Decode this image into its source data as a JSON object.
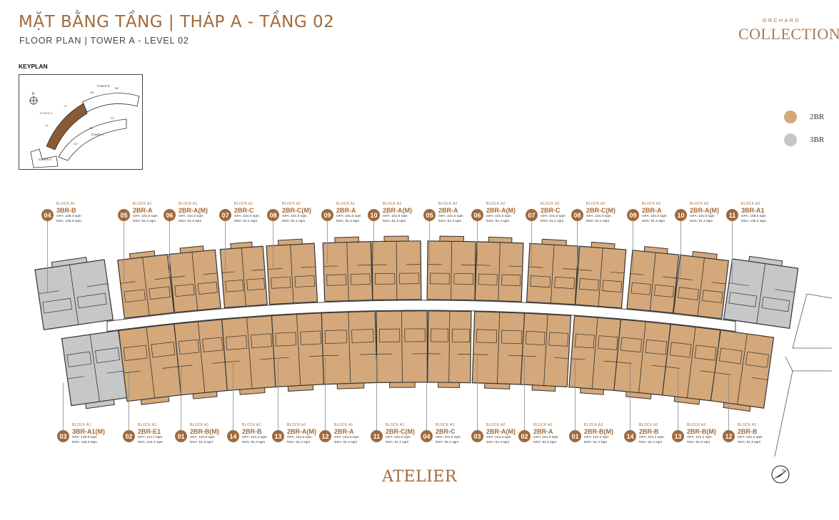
{
  "header": {
    "title": "MẶT BẰNG TẦNG | THÁP A - TẦNG 02",
    "subtitle": "FLOOR PLAN | TOWER A - LEVEL 02"
  },
  "brand": {
    "top": "ORCHARD",
    "name": "COLLECTION"
  },
  "keyplan": {
    "label": "KEYPLAN",
    "north": "N",
    "labels": {
      "tower_a": "TOWER A",
      "tower_b": "TOWER B",
      "tower_c": "TOWER C",
      "tower_d": "TOWER D",
      "a1": "A1",
      "a2": "A2",
      "b1": "B1",
      "b2": "B2",
      "c1": "C1",
      "c2": "C2",
      "c3": "C3"
    }
  },
  "legend": [
    {
      "label": "2BR",
      "color": "#d4a87a"
    },
    {
      "label": "3BR",
      "color": "#c6c7c9"
    }
  ],
  "colors": {
    "accent": "#a0693a",
    "unit_2br": "#d4a87a",
    "unit_3br": "#c6c7c9"
  },
  "top_units": [
    {
      "num": "04",
      "block": "BLOCK A1",
      "type": "3BR-B",
      "gfa": "GFA: 138.3 sqm",
      "nsa": "NSA: 126.0 sqm"
    },
    {
      "num": "05",
      "block": "BLOCK A1",
      "type": "2BR-A",
      "gfa": "GFA: 101.0 sqm",
      "nsa": "NSA: 91.4 sqm"
    },
    {
      "num": "06",
      "block": "BLOCK A1",
      "type": "2BR-A(M)",
      "gfa": "GFA: 101.0 sqm",
      "nsa": "NSA: 91.4 sqm"
    },
    {
      "num": "07",
      "block": "BLOCK A1",
      "type": "2BR-C",
      "gfa": "GFA: 101.0 sqm",
      "nsa": "NSA: 91.1 sqm"
    },
    {
      "num": "08",
      "block": "BLOCK A1",
      "type": "2BR-C(M)",
      "gfa": "GFA: 101.0 sqm",
      "nsa": "NSA: 91.1 sqm"
    },
    {
      "num": "09",
      "block": "BLOCK A1",
      "type": "2BR-A",
      "gfa": "GFA: 101.0 sqm",
      "nsa": "NSA: 91.4 sqm"
    },
    {
      "num": "10",
      "block": "BLOCK A1",
      "type": "2BR-A(M)",
      "gfa": "GFA: 101.0 sqm",
      "nsa": "NSA: 91.4 sqm"
    },
    {
      "num": "05",
      "block": "BLOCK A2",
      "type": "2BR-A",
      "gfa": "GFA: 101.0 sqm",
      "nsa": "NSA: 91.4 sqm"
    },
    {
      "num": "06",
      "block": "BLOCK A2",
      "type": "2BR-A(M)",
      "gfa": "GFA: 101.0 sqm",
      "nsa": "NSA: 91.4 sqm"
    },
    {
      "num": "07",
      "block": "BLOCK A2",
      "type": "2BR-C",
      "gfa": "GFA: 101.0 sqm",
      "nsa": "NSA: 91.1 sqm"
    },
    {
      "num": "08",
      "block": "BLOCK A2",
      "type": "2BR-C(M)",
      "gfa": "GFA: 101.0 sqm",
      "nsa": "NSA: 91.1 sqm"
    },
    {
      "num": "09",
      "block": "BLOCK A2",
      "type": "2BR-A",
      "gfa": "GFA: 101.0 sqm",
      "nsa": "NSA: 91.4 sqm"
    },
    {
      "num": "10",
      "block": "BLOCK A2",
      "type": "2BR-A(M)",
      "gfa": "GFA: 101.0 sqm",
      "nsa": "NSA: 91.4 sqm"
    },
    {
      "num": "11",
      "block": "BLOCK A2",
      "type": "3BR-A1",
      "gfa": "GFA: 136.5 sqm",
      "nsa": "NSA: 125.2 sqm"
    }
  ],
  "bottom_units": [
    {
      "num": "03",
      "block": "BLOCK A1",
      "type": "3BR-A1(M)",
      "gfa": "GFA: 136.5 sqm",
      "nsa": "NSA: 125.2 sqm"
    },
    {
      "num": "02",
      "block": "BLOCK A1",
      "type": "2BR-E1",
      "gfa": "GFA: 114.7 sqm",
      "nsa": "NSA: 104.2 sqm"
    },
    {
      "num": "01",
      "block": "BLOCK A1",
      "type": "2BR-B(M)",
      "gfa": "GFA: 101.2 sqm",
      "nsa": "NSA: 91.3 sqm"
    },
    {
      "num": "14",
      "block": "BLOCK A1",
      "type": "2BR-B",
      "gfa": "GFA: 101.2 sqm",
      "nsa": "NSA: 91.3 sqm"
    },
    {
      "num": "13",
      "block": "BLOCK A1",
      "type": "2BR-A(M)",
      "gfa": "GFA: 101.0 sqm",
      "nsa": "NSA: 91.4 sqm"
    },
    {
      "num": "12",
      "block": "BLOCK A1",
      "type": "2BR-A",
      "gfa": "GFA: 101.0 sqm",
      "nsa": "NSA: 91.4 sqm"
    },
    {
      "num": "11",
      "block": "BLOCK A1",
      "type": "2BR-C(M)",
      "gfa": "GFA: 101.0 sqm",
      "nsa": "NSA: 91.1 sqm"
    },
    {
      "num": "04",
      "block": "BLOCK A2",
      "type": "2BR-C",
      "gfa": "GFA: 101.0 sqm",
      "nsa": "NSA: 91.1 sqm"
    },
    {
      "num": "03",
      "block": "BLOCK A2",
      "type": "2BR-A(M)",
      "gfa": "GFA: 101.0 sqm",
      "nsa": "NSA: 91.4 sqm"
    },
    {
      "num": "02",
      "block": "BLOCK A2",
      "type": "2BR-A",
      "gfa": "GFA: 101.0 sqm",
      "nsa": "NSA: 91.4 sqm"
    },
    {
      "num": "01",
      "block": "BLOCK A2",
      "type": "2BR-B(M)",
      "gfa": "GFA: 101.2 sqm",
      "nsa": "NSA: 91.3 sqm"
    },
    {
      "num": "14",
      "block": "BLOCK A2",
      "type": "2BR-B",
      "gfa": "GFA: 101.2 sqm",
      "nsa": "NSA: 91.3 sqm"
    },
    {
      "num": "13",
      "block": "BLOCK A2",
      "type": "2BR-B(M)",
      "gfa": "GFA: 101.2 sqm",
      "nsa": "NSA: 91.3 sqm"
    },
    {
      "num": "12",
      "block": "BLOCK A2",
      "type": "2BR-B",
      "gfa": "GFA: 101.2 sqm",
      "nsa": "NSA: 91.3 sqm"
    }
  ],
  "footer": {
    "name": "ATELIER"
  }
}
